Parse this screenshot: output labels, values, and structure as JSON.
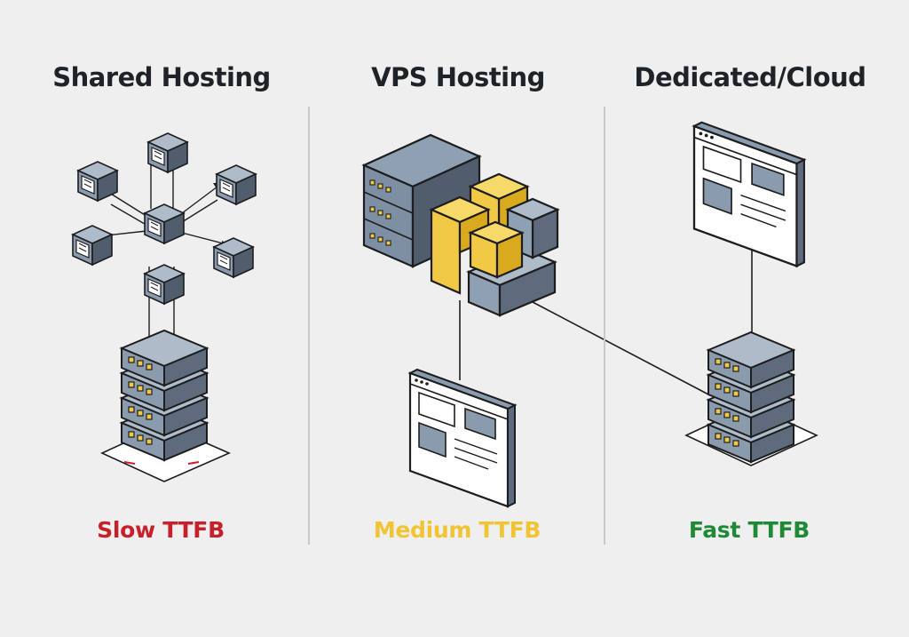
{
  "columns": [
    {
      "title": "Shared Hosting",
      "ttfb_label": "Slow TTFB",
      "ttfb_color": "#c8202a"
    },
    {
      "title": "VPS Hosting",
      "ttfb_label": "Medium TTFB",
      "ttfb_color": "#f0c433"
    },
    {
      "title": "Dedicated/Cloud",
      "ttfb_label": "Fast TTFB",
      "ttfb_color": "#1f8a35"
    }
  ],
  "colors": {
    "server_slate": "#7e8fa3",
    "server_dark": "#4f5d6d",
    "vps_accent": "#f2c945",
    "outline": "#1d1d1f",
    "background": "#efefef"
  },
  "icons": {
    "shared": [
      "stacked-server-icon",
      "website-node-icon"
    ],
    "vps": [
      "rack-server-icon",
      "virtual-partition-cube-icon",
      "browser-window-icon"
    ],
    "dedicated": [
      "browser-window-icon",
      "stacked-server-icon"
    ]
  }
}
